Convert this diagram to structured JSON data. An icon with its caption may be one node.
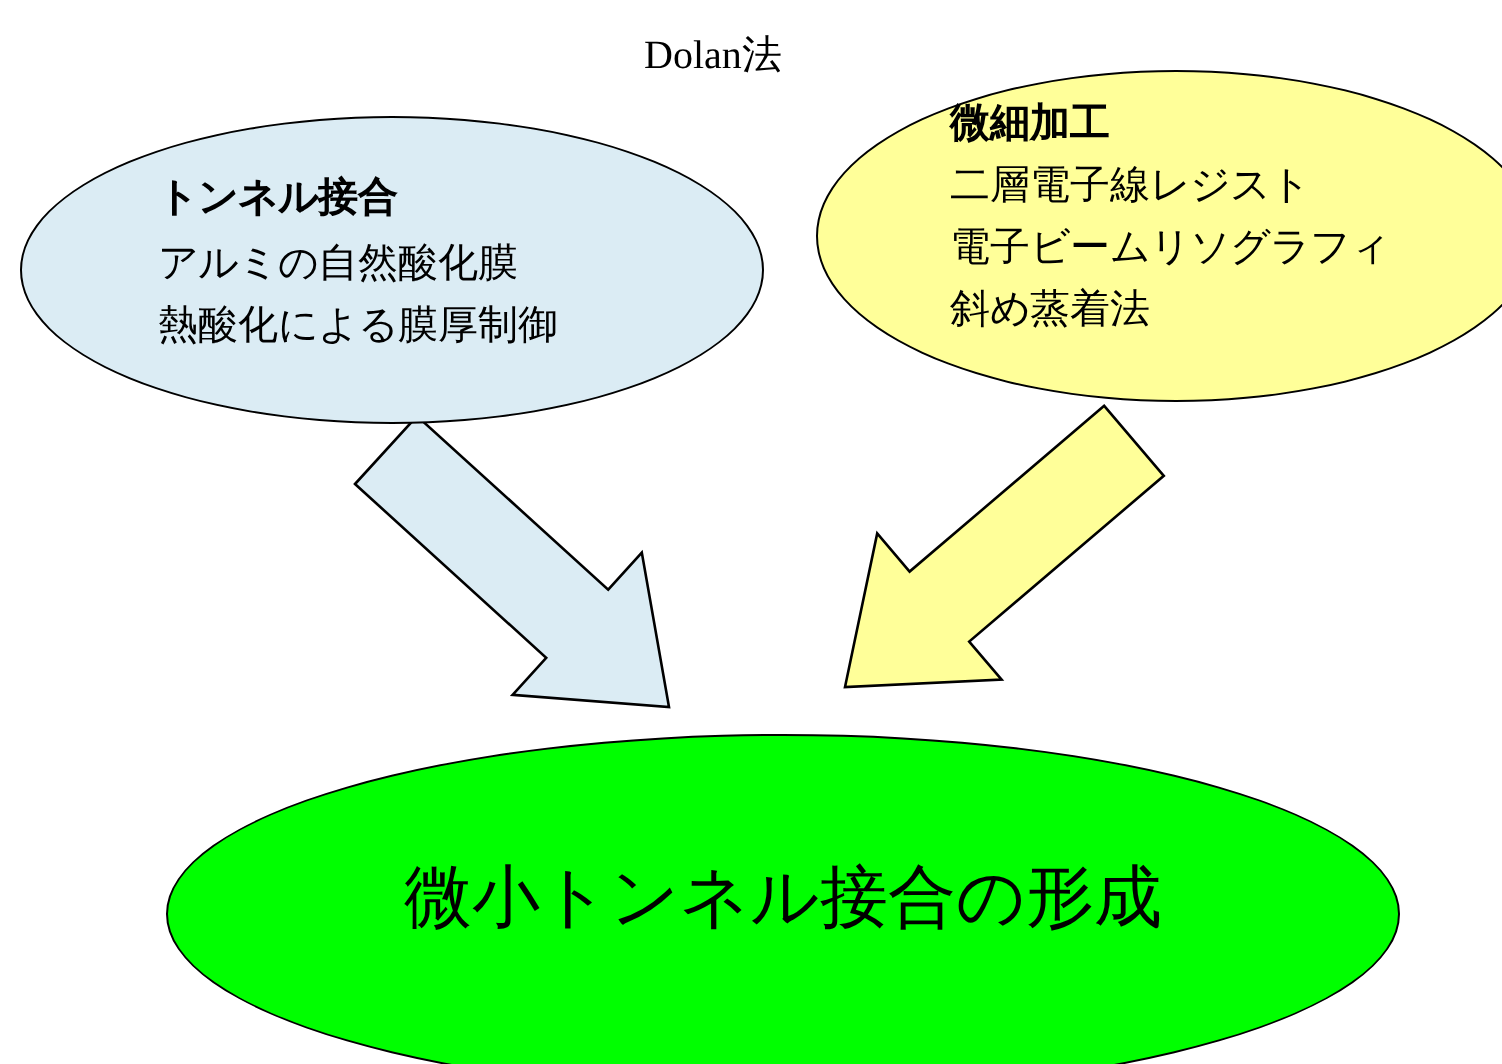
{
  "diagram": {
    "title": "Dolan法",
    "nodes": [
      {
        "text": [
          "トンネル接合",
          "アルミの自然酸化膜",
          "熱酸化による膜厚制御"
        ]
      },
      {
        "text": [
          "微細加工",
          "二層電子線レジスト",
          "電子ビームリソグラフィ",
          "斜め蒸着法"
        ]
      },
      {
        "text": [
          "微小トンネル接合の形成"
        ]
      }
    ],
    "edges": [
      {
        "from": 0,
        "to": 2,
        "arrow": "to",
        "color": "#dbecf4"
      },
      {
        "from": 1,
        "to": 2,
        "arrow": "to",
        "color": "#ffff99"
      }
    ]
  }
}
